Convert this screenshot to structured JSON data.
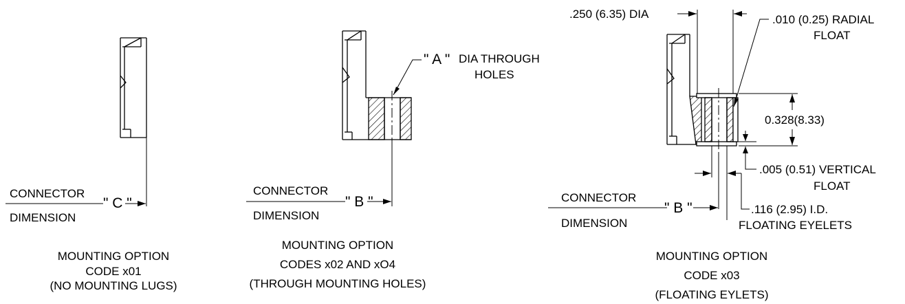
{
  "option1": {
    "label_connector": "CONNECTOR",
    "label_dimension": "DIMENSION",
    "dim_letter": "\" C \"",
    "caption": [
      "MOUNTING OPTION",
      "CODE x01",
      "(NO MOUNTING LUGS)"
    ]
  },
  "option2": {
    "label_connector": "CONNECTOR",
    "label_dimension": "DIMENSION",
    "dim_letter": "\" B \"",
    "callout_a_letter": "\" A \"",
    "callout_a_text": [
      "DIA THROUGH",
      "HOLES"
    ],
    "caption": [
      "MOUNTING OPTION",
      "CODES x02 AND xO4",
      "(THROUGH MOUNTING HOLES)"
    ]
  },
  "option3": {
    "dia_label": ".250 (6.35) DIA",
    "radial_float": [
      ".010 (0.25) RADIAL",
      "FLOAT"
    ],
    "height_label": "0.328(8.33)",
    "vertical_float": [
      ".005 (0.51) VERTICAL",
      "FLOAT"
    ],
    "id_label": [
      ".116 (2.95) I.D.",
      "FLOATING EYELETS"
    ],
    "label_connector": "CONNECTOR",
    "label_dimension": "DIMENSION",
    "dim_letter": "\" B \"",
    "caption": [
      "MOUNTING OPTION",
      "CODE x03",
      "(FLOATING EYLETS)"
    ]
  }
}
